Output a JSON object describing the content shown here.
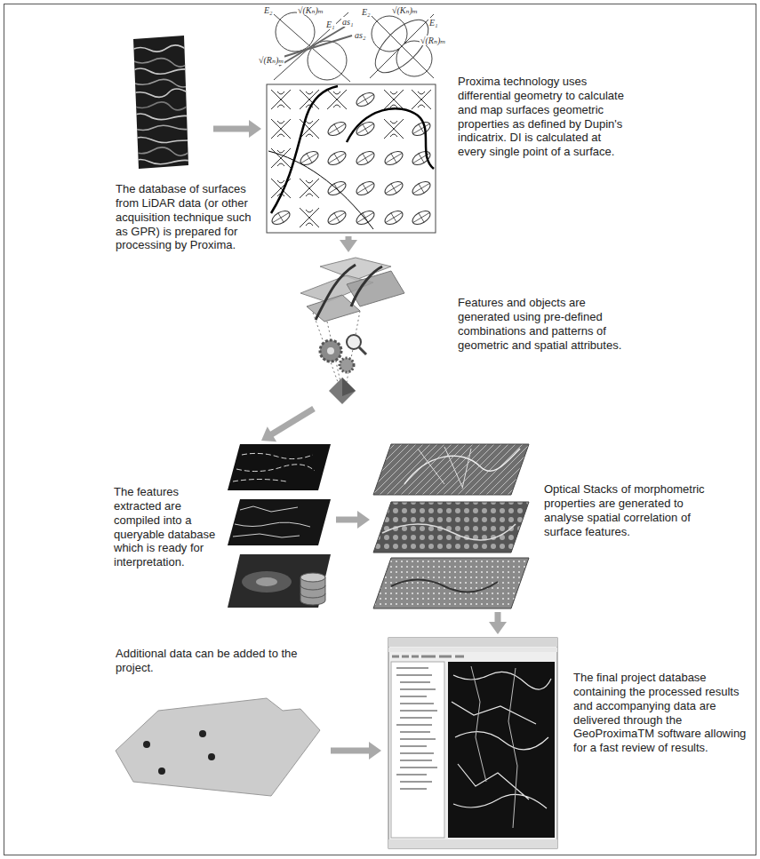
{
  "diagram": {
    "nodes": [
      {
        "text": [
          "The database of surfaces from LiDAR data (or other acquisition technique such as GPR) is prepared for processing by Proxima."
        ]
      },
      {
        "text": [
          "Proxima technology uses differential geometry to calculate and map surfaces geometric properties as defined by Dupin's indicatrix. DI is calculated at every single point of a surface."
        ]
      },
      {
        "text": [
          "Features and objects are generated using pre-defined combinations and patterns of geometric and spatial attributes."
        ]
      },
      {
        "text": [
          "The features extracted are compiled into a queryable database which is ready for interpretation."
        ]
      },
      {
        "text": [
          "Optical Stacks of morphometric properties are generated to analyse spatial correlation of surface features."
        ]
      },
      {
        "text": [
          "Additional data can be added to the project."
        ]
      },
      {
        "text": [
          "The final project database containing the processed results and accompanying data are delivered through the GeoProximaTM software allowing for a fast review of results."
        ]
      }
    ],
    "edges": [
      {
        "from": 0,
        "to": 1,
        "arrow": "to"
      },
      {
        "from": 1,
        "to": 2,
        "arrow": "to"
      },
      {
        "from": 2,
        "to": 3,
        "arrow": "to"
      },
      {
        "from": 3,
        "to": 4,
        "arrow": "to"
      },
      {
        "from": 4,
        "to": 6,
        "arrow": "to"
      },
      {
        "from": 5,
        "to": 6,
        "arrow": "to"
      }
    ],
    "labels": [
      "E₂",
      "√(Kₙ)ₘ",
      "as₁",
      "E₁",
      "as₂",
      "√(Rₙ)ₘ",
      "E₂",
      "√(Kₙ)ₘ",
      "E₁",
      "√(Rₙ)ₘ"
    ]
  }
}
